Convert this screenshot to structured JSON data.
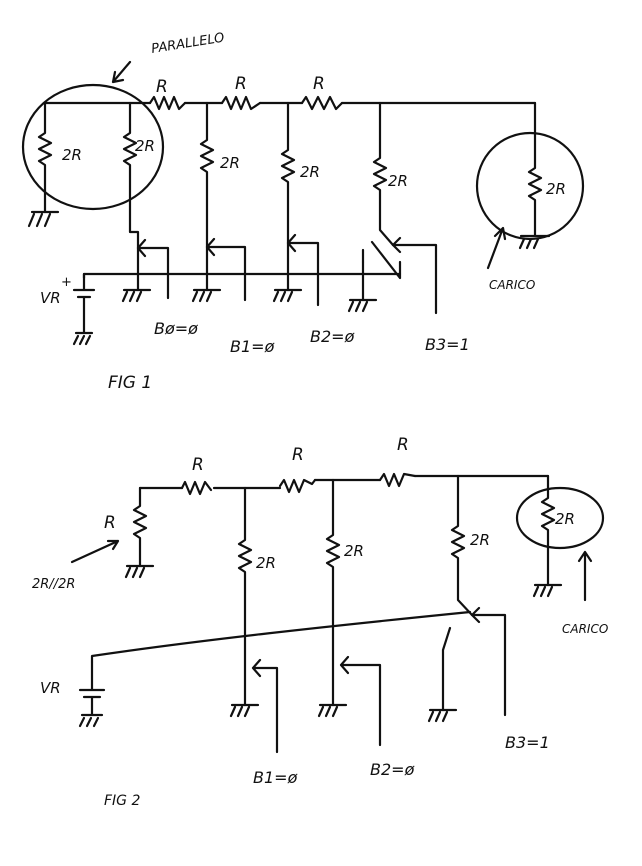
{
  "fig1": {
    "caption": "FIG 1",
    "note": "PARALLELO",
    "series_resistors": [
      "R",
      "R",
      "R"
    ],
    "shunt_resistors": [
      "2R",
      "2R",
      "2R",
      "2R",
      "2R"
    ],
    "load_resistor": "2R",
    "load_label": "CARICO",
    "source_label": "VR",
    "source_plus": "+",
    "bits": [
      "Bø=ø",
      "B1=ø",
      "B2=ø",
      "B3=1"
    ]
  },
  "fig2": {
    "caption": "FIG 2",
    "series_resistors": [
      "R",
      "R",
      "R"
    ],
    "end_resistor": "R",
    "end_note": "2R//2R",
    "shunt_resistors": [
      "2R",
      "2R",
      "2R"
    ],
    "load_resistor": "2R",
    "load_label": "CARICO",
    "source_label": "VR",
    "bits": [
      "B1=ø",
      "B2=ø",
      "B3=1"
    ]
  }
}
